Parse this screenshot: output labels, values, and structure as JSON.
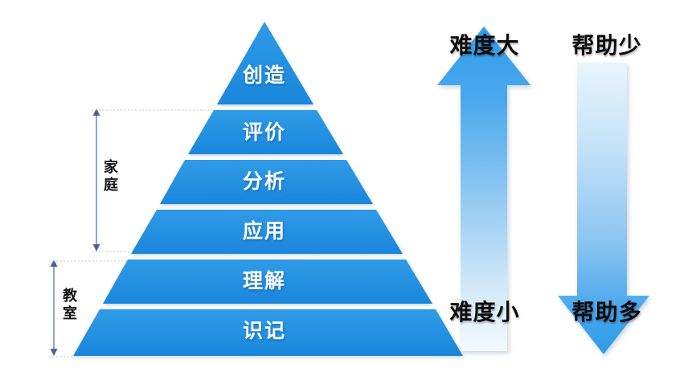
{
  "pyramid": {
    "levels": [
      {
        "label": "创造"
      },
      {
        "label": "评价"
      },
      {
        "label": "分析"
      },
      {
        "label": "应用"
      },
      {
        "label": "理解"
      },
      {
        "label": "识记"
      }
    ]
  },
  "brackets": {
    "home": {
      "label": "家庭"
    },
    "classroom": {
      "label": "教室"
    }
  },
  "arrows": {
    "difficulty": {
      "top": "难度大",
      "bottom": "难度小",
      "direction": "up"
    },
    "help": {
      "top": "帮助少",
      "bottom": "帮助多",
      "direction": "down"
    }
  },
  "colors": {
    "pyramid_blue_top": "#2F9BE7",
    "pyramid_blue_bottom": "#1A86DC",
    "arrow_vivid_blue": "#2F9CEA",
    "arrow_faded_blue": "#F4FAFE",
    "bracket_line": "#6E86B4",
    "dotted_line": "#B9BFCC",
    "level_text": "#FFFFFF",
    "black_text": "#0D0D0D"
  }
}
